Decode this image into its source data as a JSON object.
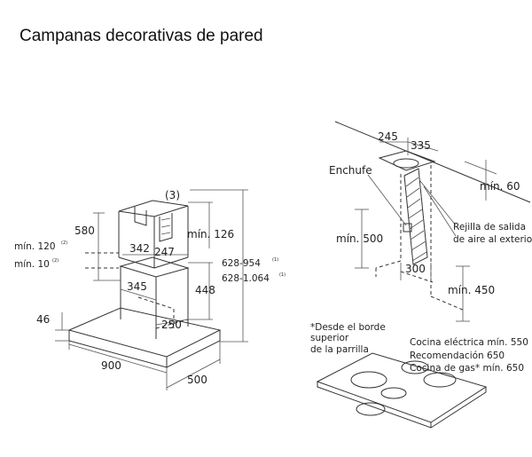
{
  "title": "Campanas decorativas de pared",
  "left_diagram": {
    "note_3": "(3)",
    "dim_580": "580",
    "min_120": "mín. 120",
    "min_120_sup": "(2)",
    "min_10": "mín. 10",
    "min_10_sup": "(2)",
    "dim_342": "342",
    "dim_247": "247",
    "min_126": "mín. 126",
    "range_1": "628-954",
    "range_1_sup": "(1)",
    "range_2": "628-1.064",
    "range_2_sup": "(1)",
    "dim_345": "345",
    "dim_448": "448",
    "dim_46": "46",
    "dim_250": "250",
    "dim_900": "900",
    "dim_500": "500"
  },
  "right_diagram": {
    "dim_245": "245",
    "dim_335": "335",
    "enchufe": "Enchufe",
    "min_60": "mín. 60",
    "rejilla_1": "Rejilla de salida",
    "rejilla_2": "de aire al exterior",
    "min_500": "mín. 500",
    "dim_300": "300",
    "min_450": "mín. 450",
    "desde_1": "*Desde el borde",
    "desde_2": "superior",
    "desde_3": "de la parrilla",
    "cocina_1": "Cocina eléctrica mín. 550",
    "cocina_2": "Recomendación 650",
    "cocina_3": "Cocina de gas* mín. 650"
  },
  "colors": {
    "ink": "#222222",
    "background": "#ffffff"
  }
}
